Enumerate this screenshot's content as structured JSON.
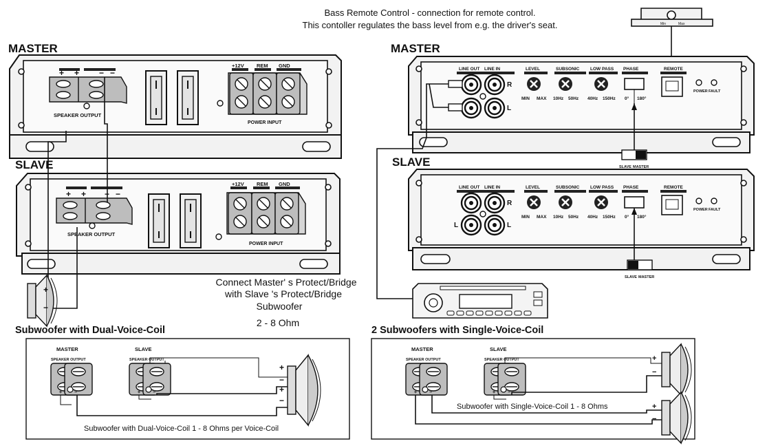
{
  "header": {
    "line1": "Bass Remote Control - connection for remote control.",
    "line2": "This contoller regulates the bass level from e.g. the driver's seat.",
    "remote_min": "Min",
    "remote_max": "Max"
  },
  "left_amps": {
    "master_title": "MASTER",
    "slave_title": "SLAVE",
    "plus": "+",
    "minus": "−",
    "speaker_output": "SPEAKER OUTPUT",
    "v12": "+12V",
    "rem": "REM",
    "gnd": "GND",
    "power_input": "POWER INPUT"
  },
  "right_amps": {
    "master_title": "MASTER",
    "slave_title": "SLAVE",
    "line_out": "LINE OUT",
    "line_in": "LINE IN",
    "r": "R",
    "l": "L",
    "level": "LEVEL",
    "level_min": "MIN",
    "level_max": "MAX",
    "subsonic": "SUBSONIC",
    "sub_low": "10Hz",
    "sub_high": "50Hz",
    "low_pass": "LOW PASS",
    "lp_low": "40Hz",
    "lp_high": "150Hz",
    "phase": "PHASE",
    "ph_0": "0°",
    "ph_180": "180°",
    "remote": "REMOTE",
    "power": "POWER",
    "fault": "FAULT",
    "switch_slave": "SLAVE",
    "switch_master": "MASTER"
  },
  "middle_text": {
    "line1": "Connect Master' s Protect/Bridge",
    "line2": "with Slave 's Protect/Bridge",
    "line3": "Subwoofer",
    "line4": "2 - 8 Ohm"
  },
  "bottom_left": {
    "title": "Subwoofer with Dual-Voice-Coil",
    "master": "MASTER",
    "slave": "SLAVE",
    "speaker_output": "SPEAKER OUTPUT",
    "caption": "Subwoofer with Dual-Voice-Coil 1 - 8 Ohms per Voice-Coil"
  },
  "bottom_right": {
    "title": "2 Subwoofers with Single-Voice-Coil",
    "master": "MASTER",
    "slave": "SLAVE",
    "speaker_output": "SPEAKER OUTPUT",
    "caption": "Subwoofer with Single-Voice-Coil 1 - 8 Ohms"
  },
  "speaker_signs": {
    "plus": "+",
    "minus": "−"
  }
}
